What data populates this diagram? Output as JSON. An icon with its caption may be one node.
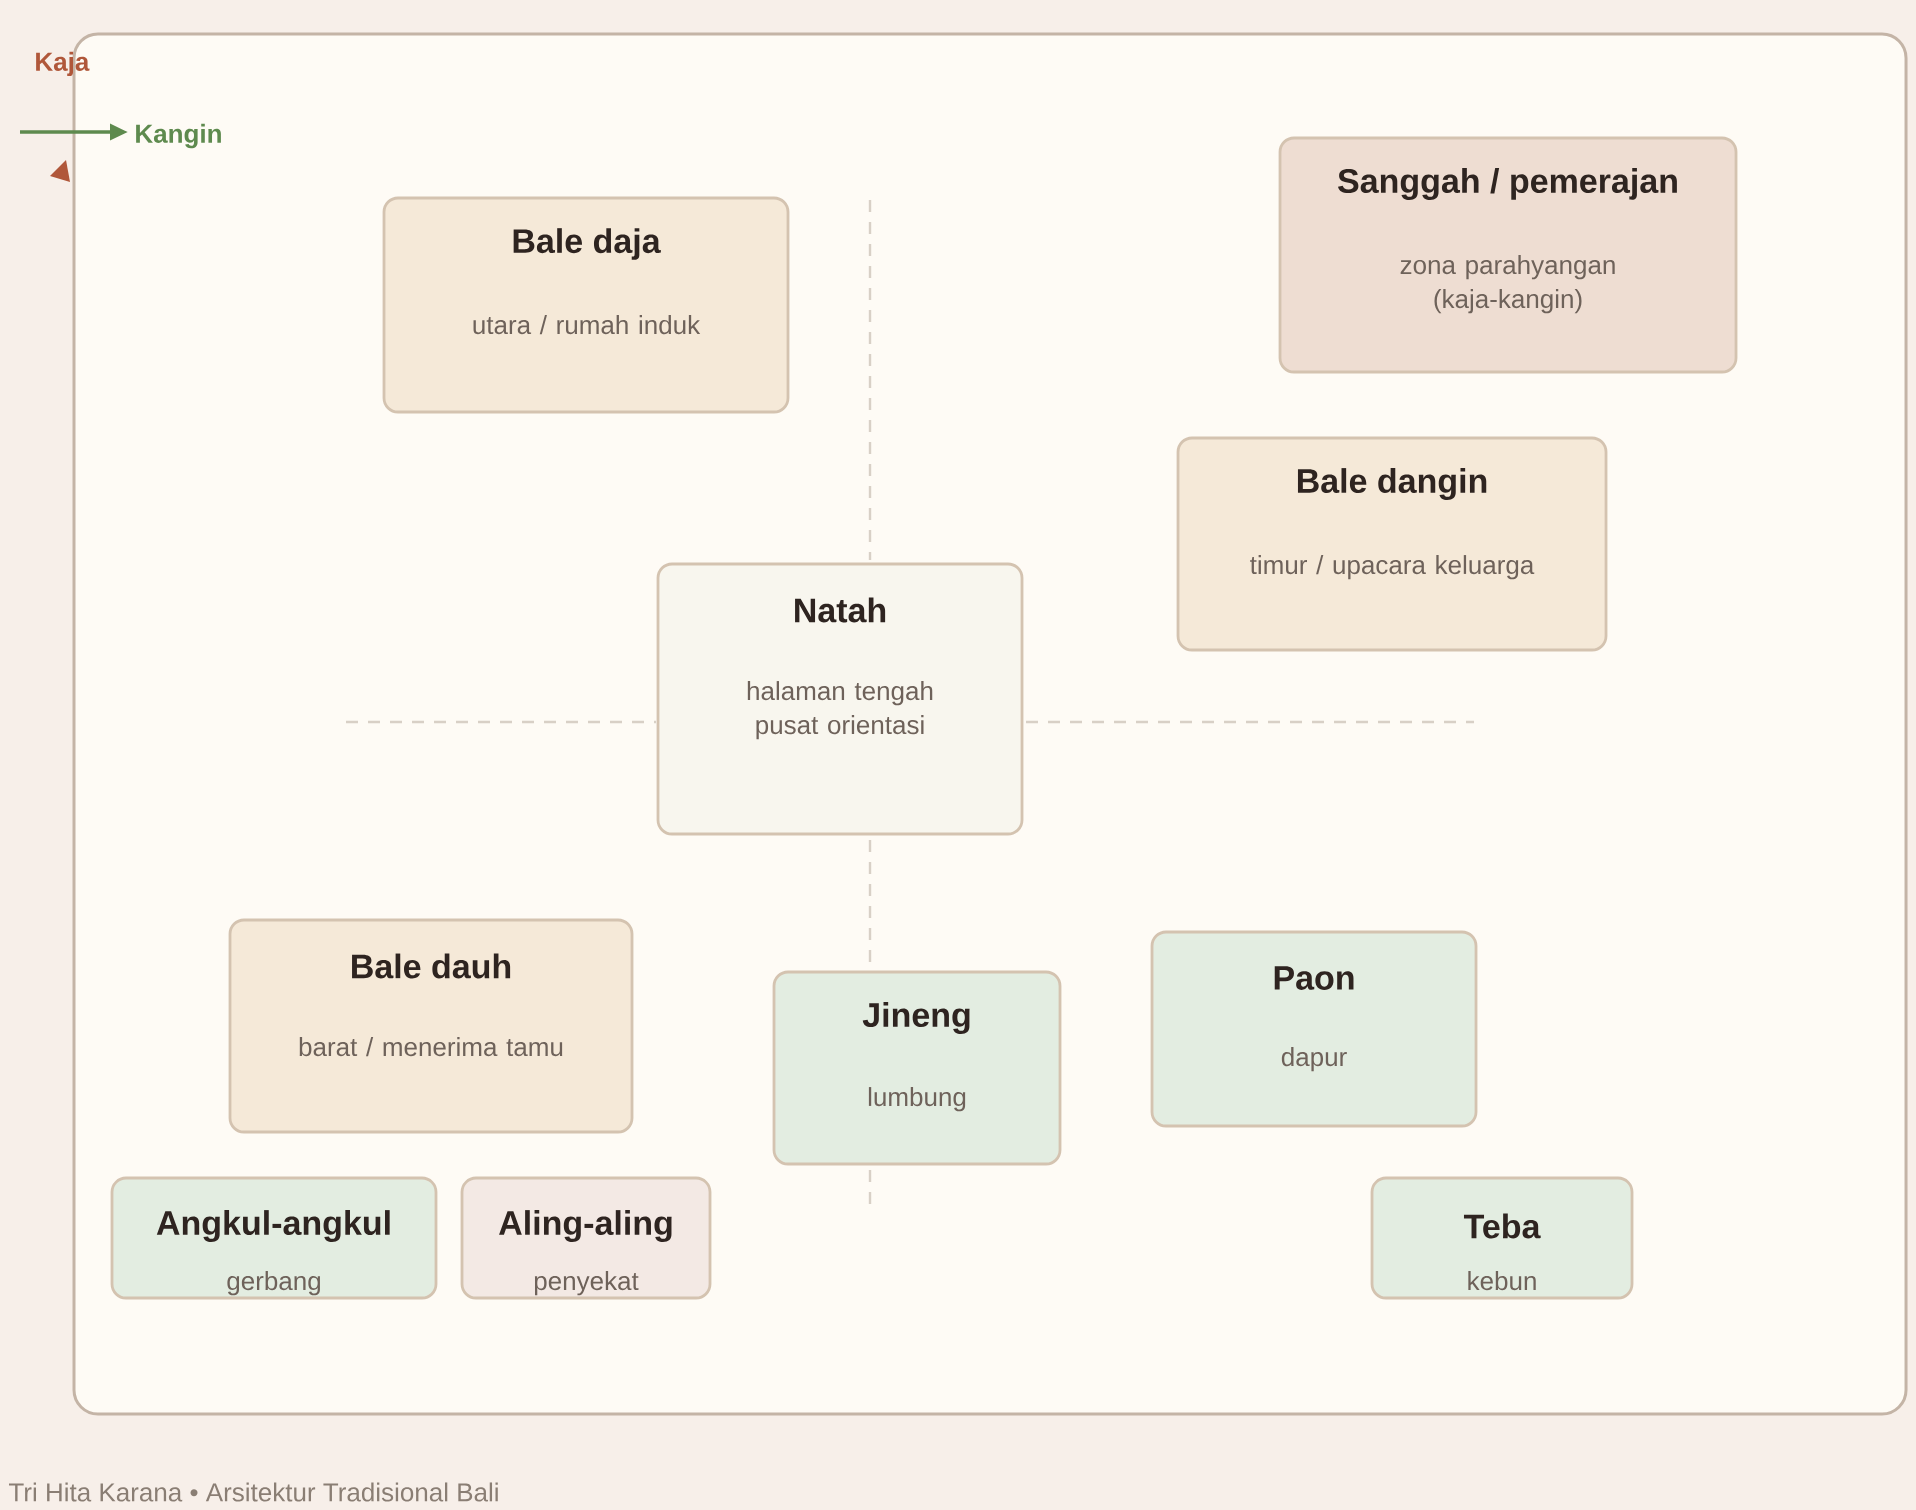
{
  "diagram": {
    "caption": "Tri Hita Karana • Arsitektur Tradisional Bali",
    "nodes": [
      {
        "text": [
          "Bale daja",
          "utara / rumah induk"
        ]
      },
      {
        "text": [
          "Sanggah / pemerajan",
          "zona parahyangan (kaja-kangin)"
        ]
      },
      {
        "text": [
          "Bale dangin",
          "timur / upacara keluarga"
        ]
      },
      {
        "text": [
          "Natah",
          "halaman tengah pusat orientasi"
        ]
      },
      {
        "text": [
          "Bale dauh",
          "barat / menerima tamu"
        ]
      },
      {
        "text": [
          "Jineng",
          "lumbung"
        ]
      },
      {
        "text": [
          "Paon",
          "dapur"
        ]
      },
      {
        "text": [
          "Angkul-angkul",
          "gerbang"
        ]
      },
      {
        "text": [
          "Aling-aling",
          "penyekat"
        ]
      },
      {
        "text": [
          "Teba",
          "kebun"
        ]
      }
    ],
    "labels": [
      "Kaja",
      "Kangin"
    ]
  }
}
